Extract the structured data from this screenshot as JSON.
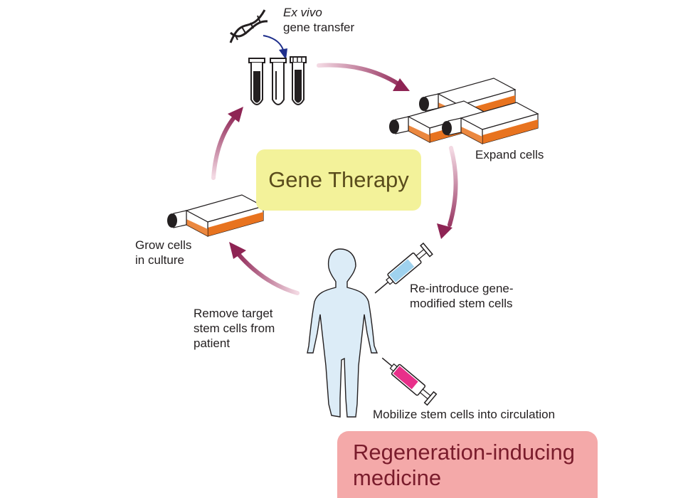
{
  "center_title": "Gene Therapy",
  "bottom_title": [
    "Regeneration-inducing",
    "medicine"
  ],
  "labels": {
    "ex_vivo": "Ex vivo",
    "gene_transfer": "gene transfer",
    "expand_cells": "Expand cells",
    "reintroduce": [
      "Re-introduce gene-",
      "modified stem cells"
    ],
    "mobilize": "Mobilize stem cells into circulation",
    "remove": [
      "Remove target",
      "stem cells from",
      "patient"
    ],
    "grow": [
      "Grow cells",
      "in culture"
    ]
  },
  "colors": {
    "arrow": "#8e2454",
    "arrow_fade": "#f3d9e3",
    "flask_fill": "#e8731f",
    "center_box": "#f3f29a",
    "bottom_box": "#f4a9a9",
    "body": "#dcecf7",
    "syringe_blue": "#9fd2ee",
    "syringe_pink": "#e8308a",
    "dna_arrow": "#1f2f8c"
  },
  "icons": [
    "dna-helix-icon",
    "test-tubes-icon",
    "culture-flask-icon",
    "human-body-icon",
    "syringe-icon"
  ]
}
